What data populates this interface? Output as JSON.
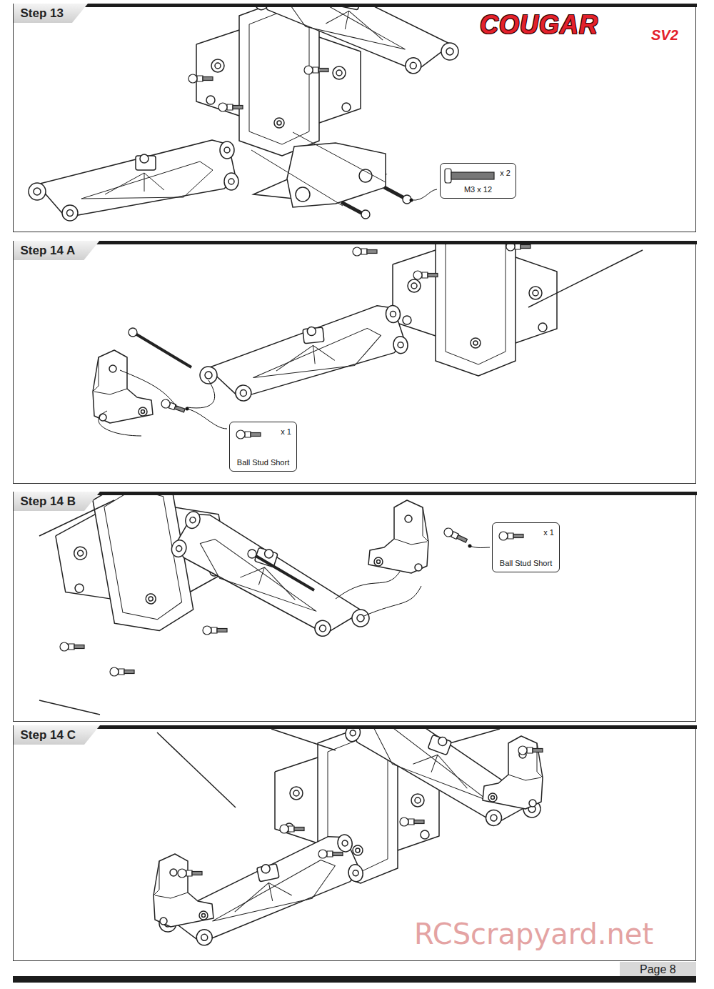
{
  "diagram": {
    "nodes": [
      {
        "text": [
          "Step 13"
        ]
      },
      {
        "text": [
          "x 2",
          "M3 x 12"
        ],
        "in": 0
      },
      {
        "text": [
          "Step 14 A"
        ]
      },
      {
        "text": [
          "x 1",
          "Ball Stud Short"
        ],
        "in": 2
      },
      {
        "text": [
          "Step 14 B"
        ]
      },
      {
        "text": [
          "x 1",
          "Ball Stud Short"
        ],
        "in": 4
      },
      {
        "text": [
          "Step 14 C"
        ]
      }
    ],
    "labels": [
      "COUGAR",
      "SV2",
      "Page 8",
      "RCScrapyard.net"
    ]
  }
}
